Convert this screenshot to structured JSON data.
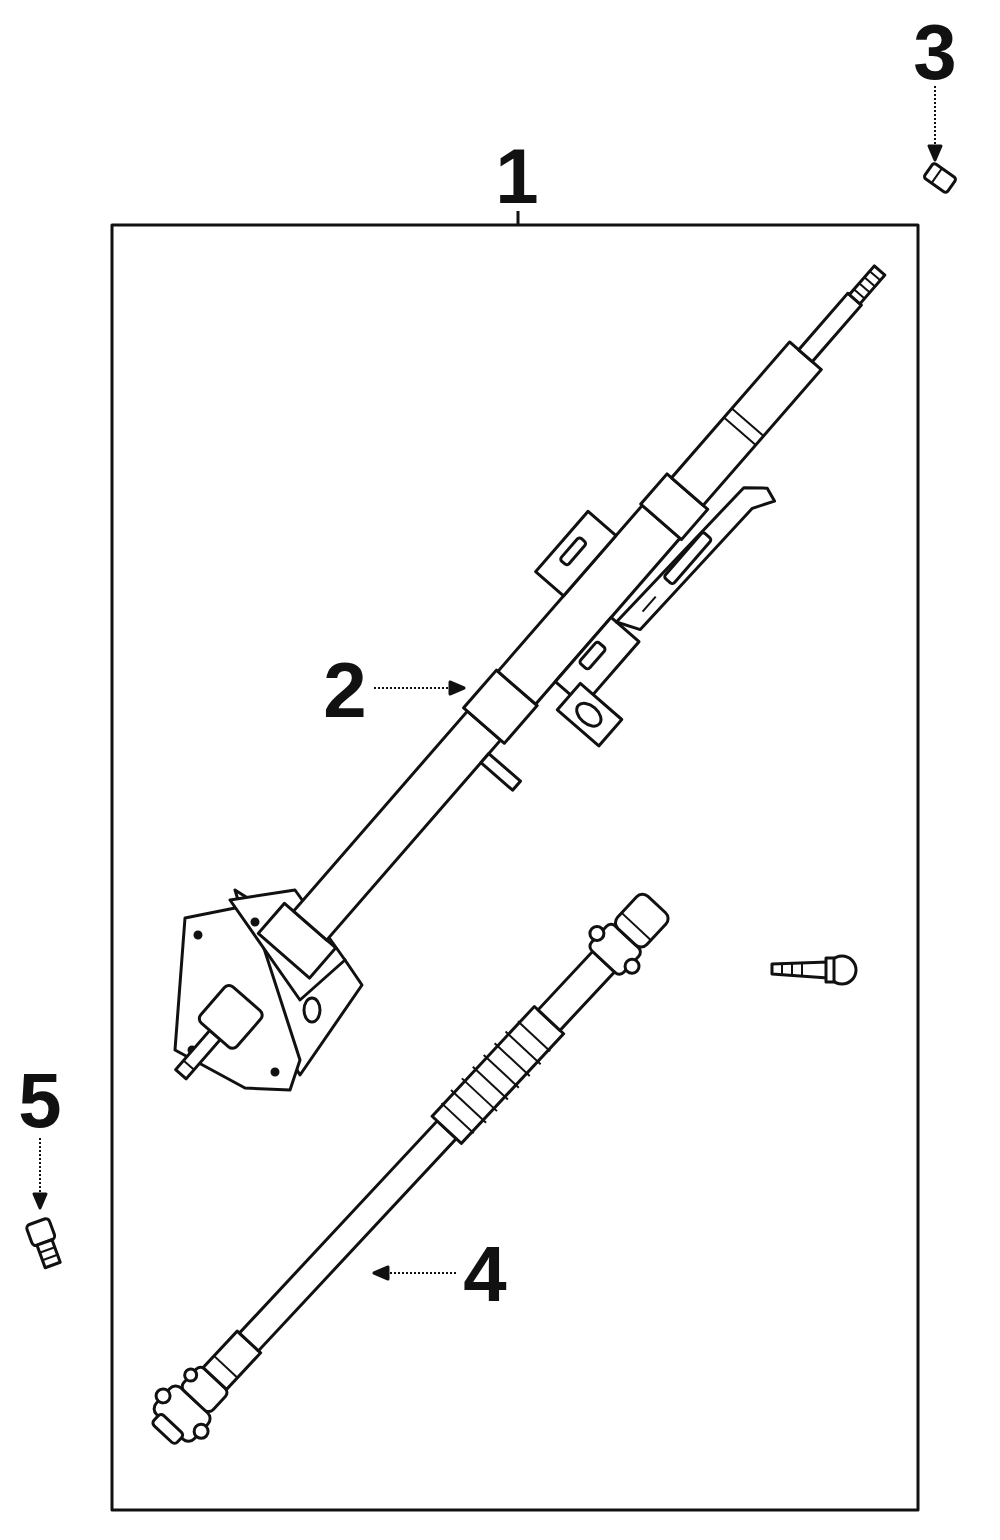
{
  "diagram": {
    "labels": [
      "1",
      "2",
      "3",
      "4",
      "5"
    ]
  }
}
